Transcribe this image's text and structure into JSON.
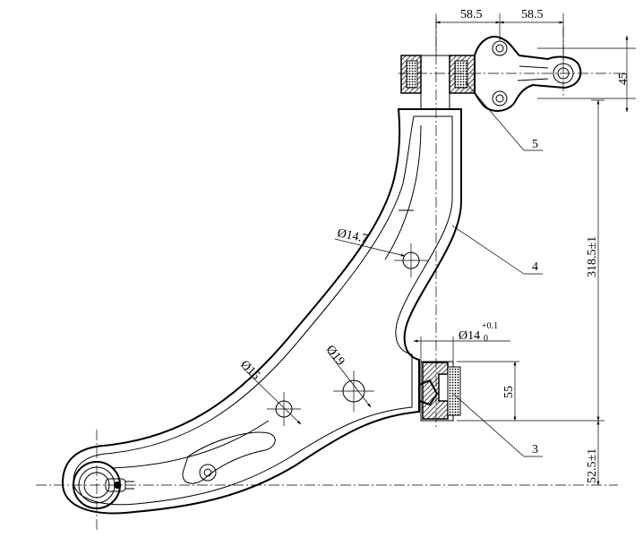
{
  "dimensions": {
    "top_left": "58.5",
    "top_right": "58.5",
    "right_small": "45",
    "vertical_main": "318.5±1",
    "bottom_vertical": "52.5±1",
    "bushing_height": "55",
    "hole_a": "Ø14.7",
    "hole_b": "Ø15",
    "hole_c": "Ø19",
    "bore_main": "Ø14",
    "bore_tol_upper": "+0.1",
    "bore_tol_lower": "0"
  },
  "callouts": {
    "item_5": "5",
    "item_4": "4",
    "item_3": "3"
  }
}
